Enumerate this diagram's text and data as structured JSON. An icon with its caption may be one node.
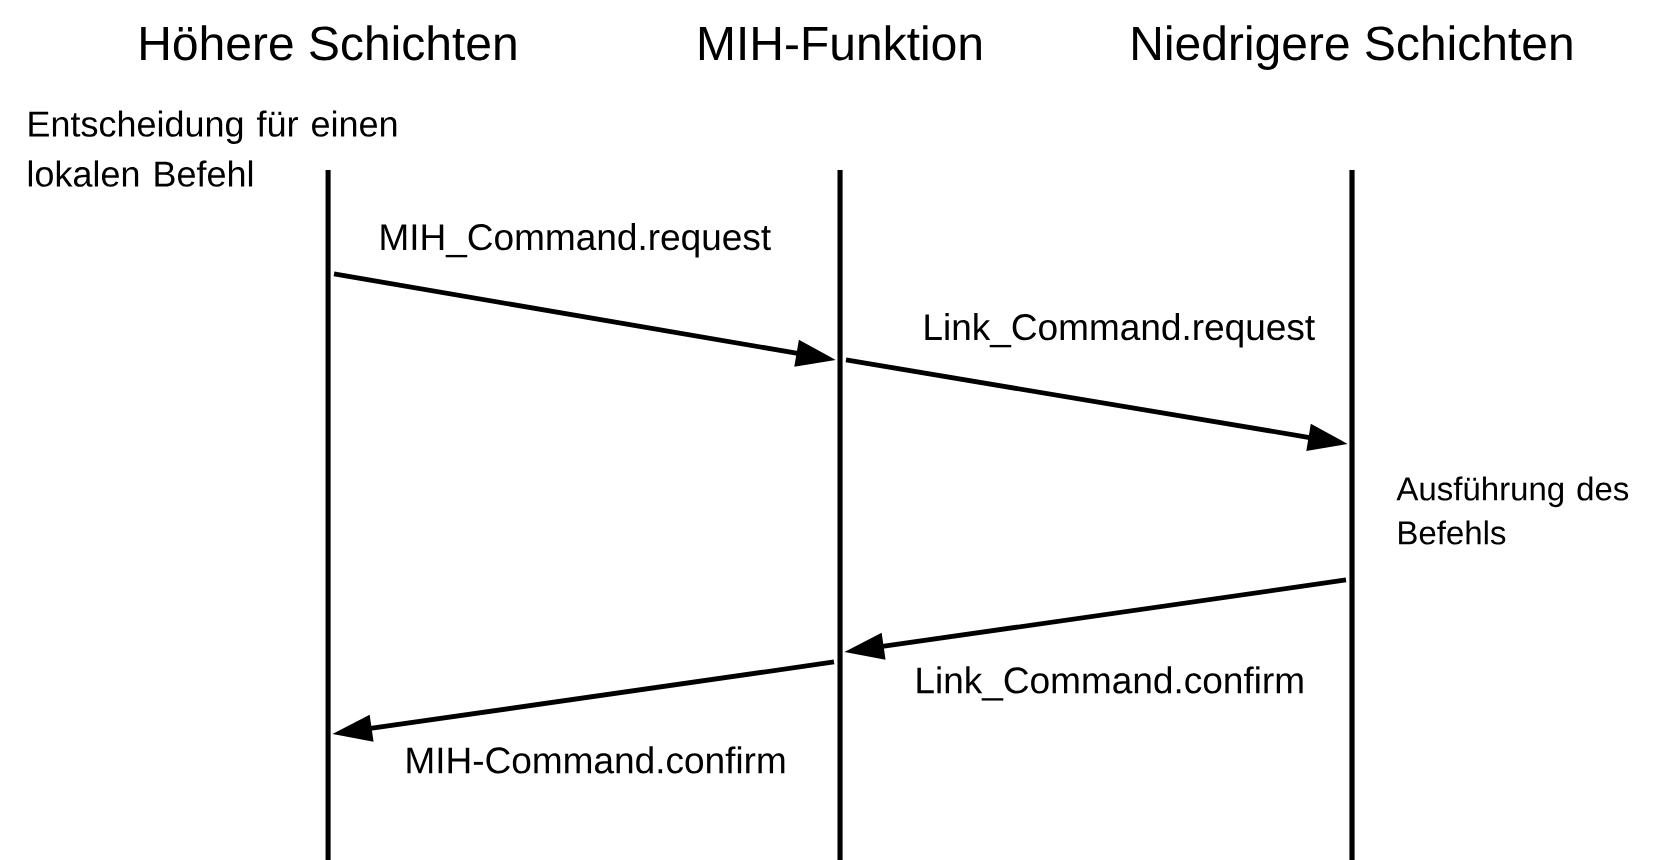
{
  "diagram": {
    "nodes": [
      {
        "text": [
          "Höhere Schichten"
        ]
      },
      {
        "text": [
          "MIH-Funktion"
        ]
      },
      {
        "text": [
          "Niedrigere Schichten"
        ]
      }
    ],
    "edges": [
      {
        "from": 0,
        "to": 1,
        "arrow": "to",
        "label": "MIH_Command.request"
      },
      {
        "from": 1,
        "to": 2,
        "arrow": "to",
        "label": "Link_Command.request"
      },
      {
        "from": 2,
        "to": 1,
        "arrow": "to",
        "label": "Link_Command.confirm"
      },
      {
        "from": 1,
        "to": 0,
        "arrow": "to",
        "label": "MIH-Command.confirm"
      }
    ],
    "labels": [
      "Entscheidung für einen lokalen Befehl",
      "Ausführung des Befehls"
    ]
  }
}
